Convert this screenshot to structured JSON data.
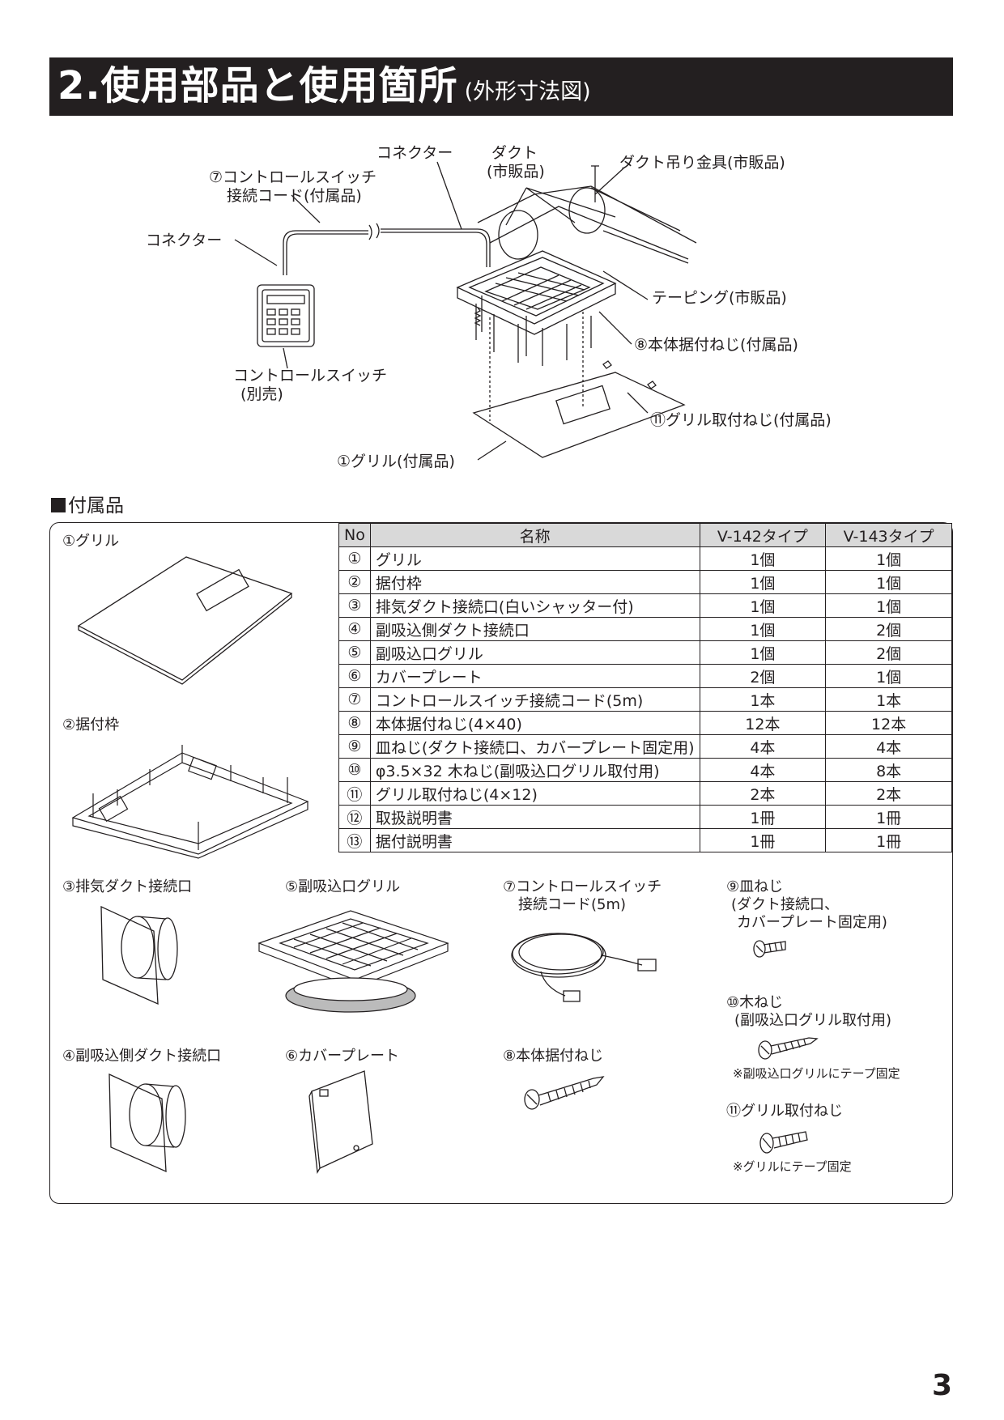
{
  "header": {
    "title": "2.使用部品と使用箇所",
    "subtitle": "(外形寸法図)"
  },
  "diagram": {
    "labels": {
      "connector_top": "コネクター",
      "duct_line1": "ダクト",
      "duct_line2": "(市販品)",
      "duct_hanger": "ダクト吊り金具(市販品)",
      "cord_line1": "⑦コントロールスイッチ",
      "cord_line2": "接続コード(付属品)",
      "connector_left": "コネクター",
      "taping": "テーピング(市販品)",
      "body_screw": "⑧本体据付ねじ(付属品)",
      "switch_line1": "コントロールスイッチ",
      "switch_line2": "(別売)",
      "grille_screw": "⑪グリル取付ねじ(付属品)",
      "grille": "①グリル(付属品)"
    }
  },
  "accessories": {
    "heading": "付属品",
    "table": {
      "headers": [
        "No",
        "名称",
        "V-142タイプ",
        "V-143タイプ"
      ],
      "rows": [
        {
          "no": "①",
          "name": "グリル",
          "v142": "1個",
          "v143": "1個"
        },
        {
          "no": "②",
          "name": "据付枠",
          "v142": "1個",
          "v143": "1個"
        },
        {
          "no": "③",
          "name": "排気ダクト接続口(白いシャッター付)",
          "v142": "1個",
          "v143": "1個"
        },
        {
          "no": "④",
          "name": "副吸込側ダクト接続口",
          "v142": "1個",
          "v143": "2個"
        },
        {
          "no": "⑤",
          "name": "副吸込口グリル",
          "v142": "1個",
          "v143": "2個"
        },
        {
          "no": "⑥",
          "name": "カバープレート",
          "v142": "2個",
          "v143": "1個"
        },
        {
          "no": "⑦",
          "name": "コントロールスイッチ接続コード(5m)",
          "v142": "1本",
          "v143": "1本"
        },
        {
          "no": "⑧",
          "name": "本体据付ねじ(4×40)",
          "v142": "12本",
          "v143": "12本"
        },
        {
          "no": "⑨",
          "name": "皿ねじ(ダクト接続口、カバープレート固定用)",
          "v142": "4本",
          "v143": "4本"
        },
        {
          "no": "⑩",
          "name": "φ3.5×32 木ねじ(副吸込口グリル取付用)",
          "v142": "4本",
          "v143": "8本"
        },
        {
          "no": "⑪",
          "name": "グリル取付ねじ(4×12)",
          "v142": "2本",
          "v143": "2本"
        },
        {
          "no": "⑫",
          "name": "取扱説明書",
          "v142": "1冊",
          "v143": "1冊"
        },
        {
          "no": "⑬",
          "name": "据付説明書",
          "v142": "1冊",
          "v143": "1冊"
        }
      ]
    },
    "items": {
      "grille": "①グリル",
      "frame": "②据付枠",
      "exhaust_duct": "③排気ダクト接続口",
      "sub_grille": "⑤副吸込口グリル",
      "cord_line1": "⑦コントロールスイッチ",
      "cord_line2": "接続コード(5m)",
      "countersunk_line1": "⑨皿ねじ",
      "countersunk_line2": "(ダクト接続口、",
      "countersunk_line3": "カバープレート固定用)",
      "wood_screw_line1": "⑩木ねじ",
      "wood_screw_line2": "(副吸込口グリル取付用)",
      "wood_screw_note": "※副吸込口グリルにテープ固定",
      "sub_duct": "④副吸込側ダクト接続口",
      "cover_plate": "⑥カバープレート",
      "body_screw": "⑧本体据付ねじ",
      "grille_screw": "⑪グリル取付ねじ",
      "grille_screw_note": "※グリルにテープ固定"
    }
  },
  "page_number": "3"
}
